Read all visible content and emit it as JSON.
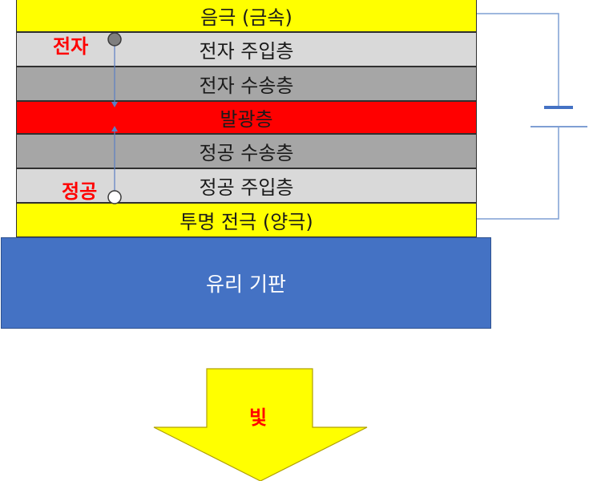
{
  "layers": {
    "cathode": "음극 (금속)",
    "electron_injection": "전자 주입층",
    "electron_transport": "전자 수송층",
    "emissive": "발광층",
    "hole_transport": "정공 수송층",
    "hole_injection": "정공 주입층",
    "anode": "투명 전극 (양극)"
  },
  "substrate": "유리 기판",
  "carriers": {
    "electron": "전자",
    "hole": "정공"
  },
  "light": "빛",
  "colors": {
    "metal_electrode": "#ffff00",
    "injection_layer": "#d9d9d9",
    "transport_layer": "#a6a6a6",
    "emissive_layer": "#ff0000",
    "substrate": "#4472c4",
    "label_red": "#ff0000",
    "circuit_line": "#7f9fd4",
    "battery": "#4472c4"
  }
}
